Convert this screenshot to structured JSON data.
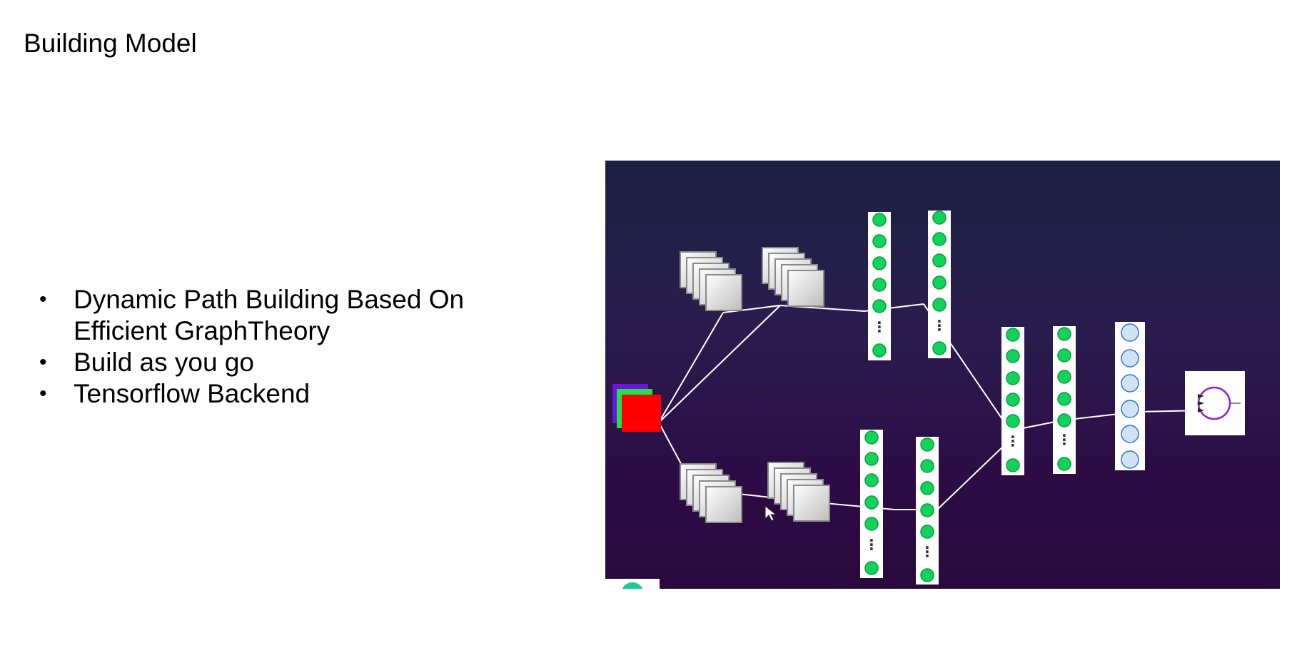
{
  "slide": {
    "title": "Building Model",
    "bullets": [
      "Dynamic Path Building Based On Efficient GraphTheory",
      "Build as you go",
      "Tensorflow Backend"
    ],
    "bullet_marker": "•"
  },
  "diagram": {
    "ellipsis": "⋮",
    "colors": {
      "background_top": "#1b2143",
      "background_bottom": "#2a0a3d",
      "node_green": "#12d35a",
      "node_blue": "#cfe3f3",
      "output_ring": "#9b1fd6",
      "input_red": "#ff0000",
      "input_green": "#22e04a",
      "input_purple": "#6a16d8",
      "connector": "#ffffff"
    },
    "icons": [
      "image-stack-icon",
      "dense-layer-icon",
      "output-neuron-icon",
      "mouse-cursor-icon"
    ]
  }
}
